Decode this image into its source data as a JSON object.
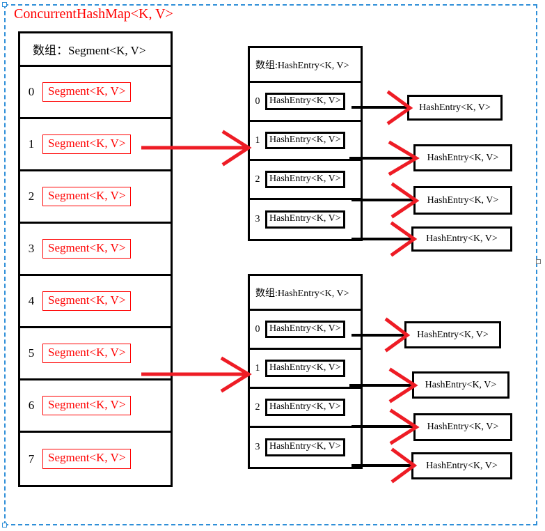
{
  "diagram": {
    "title": "ConcurrentHashMap<K, V>",
    "title_color": "#ff0000",
    "selection_color": "#2f8fd8"
  },
  "segment_table": {
    "header": "数组：Segment<K, V>",
    "rows": [
      {
        "index": "0",
        "label": "Segment<K, V>"
      },
      {
        "index": "1",
        "label": "Segment<K, V>"
      },
      {
        "index": "2",
        "label": "Segment<K, V>"
      },
      {
        "index": "3",
        "label": "Segment<K, V>"
      },
      {
        "index": "4",
        "label": "Segment<K, V>"
      },
      {
        "index": "5",
        "label": "Segment<K, V>"
      },
      {
        "index": "6",
        "label": "Segment<K, V>"
      },
      {
        "index": "7",
        "label": "Segment<K, V>"
      }
    ]
  },
  "hash_tables": [
    {
      "header": "数组:HashEntry<K, V>",
      "rows": [
        {
          "index": "0",
          "label": "HashEntry<K, V>"
        },
        {
          "index": "1",
          "label": "HashEntry<K, V>"
        },
        {
          "index": "2",
          "label": "HashEntry<K, V>"
        },
        {
          "index": "3",
          "label": "HashEntry<K, V>"
        }
      ],
      "nodes": [
        {
          "label": "HashEntry<K, V>"
        },
        {
          "label": "HashEntry<K, V>"
        },
        {
          "label": "HashEntry<K, V>"
        },
        {
          "label": "HashEntry<K, V>"
        }
      ]
    },
    {
      "header": "数组:HashEntry<K, V>",
      "rows": [
        {
          "index": "0",
          "label": "HashEntry<K, V>"
        },
        {
          "index": "1",
          "label": "HashEntry<K, V>"
        },
        {
          "index": "2",
          "label": "HashEntry<K, V>"
        },
        {
          "index": "3",
          "label": "HashEntry<K, V>"
        }
      ],
      "nodes": [
        {
          "label": "HashEntry<K, V>"
        },
        {
          "label": "HashEntry<K, V>"
        },
        {
          "label": "HashEntry<K, V>"
        },
        {
          "label": "HashEntry<K, V>"
        }
      ]
    }
  ],
  "connectors": {
    "segment_to_table_color": "#ee1c25",
    "entry_to_node_line_color": "#000000",
    "entry_to_node_head_color": "#ee1c25"
  }
}
